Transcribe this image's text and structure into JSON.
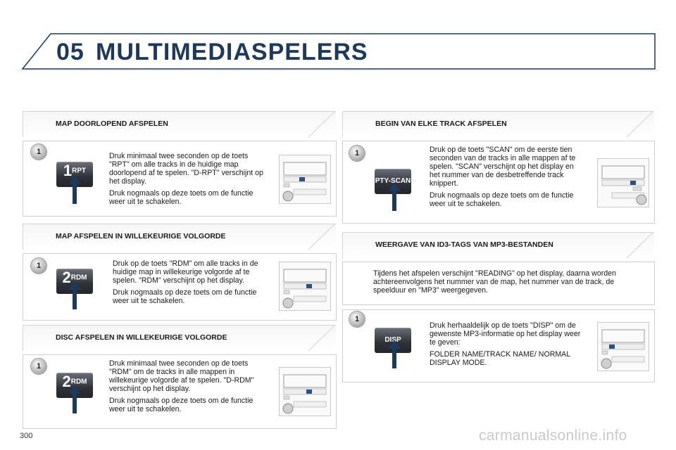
{
  "header": {
    "chapter_number": "05",
    "chapter_title": "MULTIMEDIASPELERS"
  },
  "sections": [
    {
      "title": "MAP DOORLOPEND AFSPELEN",
      "step": "1",
      "button_digit": "1",
      "button_label": "RPT",
      "paragraphs": [
        "Druk minimaal twee seconden op de toets \"RPT\" om alle tracks in de huidige map doorlopend af te spelen. \"D-RPT\" verschijnt op het display.",
        "Druk nogmaals op deze toets om de functie weer uit te schakelen."
      ]
    },
    {
      "title": "MAP AFSPELEN IN WILLEKEURIGE VOLGORDE",
      "step": "1",
      "button_digit": "2",
      "button_label": "RDM",
      "paragraphs": [
        "Druk op de toets \"RDM\" om alle tracks in de huidige map in willekeurige volgorde af te spelen. \"RDM\" verschijnt op het display.",
        "Druk nogmaals op deze toets om de functie weer uit te schakelen."
      ]
    },
    {
      "title": "DISC AFSPELEN IN WILLEKEURIGE VOLGORDE",
      "step": "1",
      "button_digit": "2",
      "button_label": "RDM",
      "paragraphs": [
        "Druk minimaal twee seconden op de toets \"RDM\" om de tracks in alle mappen in willekeurige volgorde af te spelen. \"D-RDM\" verschijnt op het display.",
        "Druk nogmaals op deze toets om de functie weer uit te schakelen."
      ]
    },
    {
      "title": "BEGIN VAN ELKE TRACK AFSPELEN",
      "step": "1",
      "button_label": "PTY-SCAN",
      "paragraphs": [
        "Druk op de toets \"SCAN\" om de eerste tien seconden van de tracks in alle mappen af te spelen. \"SCAN\" verschijnt op het display en het nummer van de desbetreffende track knippert.",
        "Druk nogmaals op deze toets om de functie weer uit te schakelen."
      ]
    },
    {
      "title": "WEERGAVE VAN ID3-TAGS VAN MP3-BESTANDEN",
      "intro": "Tijdens het afspelen verschijnt \"READING\" op het display, daarna worden achtereenvolgens het nummer van de map, het nummer van de track, de speelduur en \"MP3\" weergegeven.",
      "step": "1",
      "button_label": "DISP",
      "paragraphs": [
        "Druk herhaaldelijk op de toets \"DISP\" om de gewenste MP3-informatie op het display weer te geven:",
        "FOLDER NAME/TRACK NAME/ NORMAL DISPLAY MODE."
      ]
    }
  ],
  "footer": {
    "page_number": "300",
    "watermark": "carmanualsonline.info"
  },
  "colors": {
    "title": "#1d3a5c",
    "button_bg": "#2e3238",
    "arrow": "#1d3a5c"
  }
}
